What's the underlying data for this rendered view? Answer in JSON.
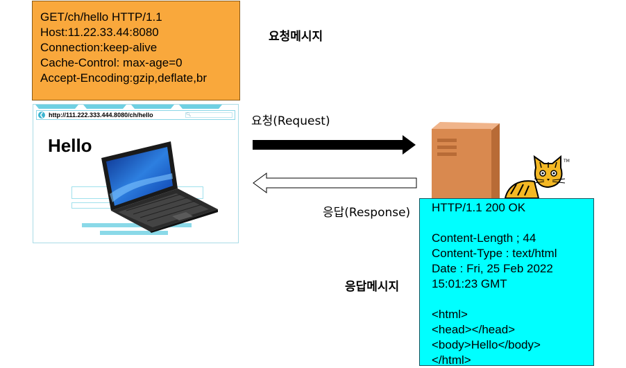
{
  "request_message": {
    "lines": [
      "GET/ch/hello HTTP/1.1",
      "Host:11.22.33.44:8080",
      "Connection:keep-alive",
      "Cache-Control: max-age=0",
      "Accept-Encoding:gzip,deflate,br"
    ],
    "caption": "요청메시지"
  },
  "request_arrow": {
    "label": "요청(Request)"
  },
  "response_arrow": {
    "label": "응답(Response)"
  },
  "browser": {
    "url": "http://111.222.333.444.8080/ch/hello",
    "page_text": "Hello"
  },
  "response_message": {
    "lines": [
      "HTTP/1.1 200 OK",
      "",
      "Content-Length ; 44",
      "Content-Type : text/html",
      "Date : Fri, 25 Feb 2022",
      "15:01:23 GMT",
      "",
      "<html>",
      "<head></head>",
      "<body>Hello</body>",
      "</html>"
    ],
    "caption": "응답메시지"
  },
  "colors": {
    "request_box": "#f9a83c",
    "response_box": "#00ffff",
    "request_arrow": "#000000",
    "response_arrow": "#ffffff",
    "server": "#d9894f"
  },
  "icons": [
    "laptop-icon",
    "server-icon",
    "tomcat-icon"
  ]
}
